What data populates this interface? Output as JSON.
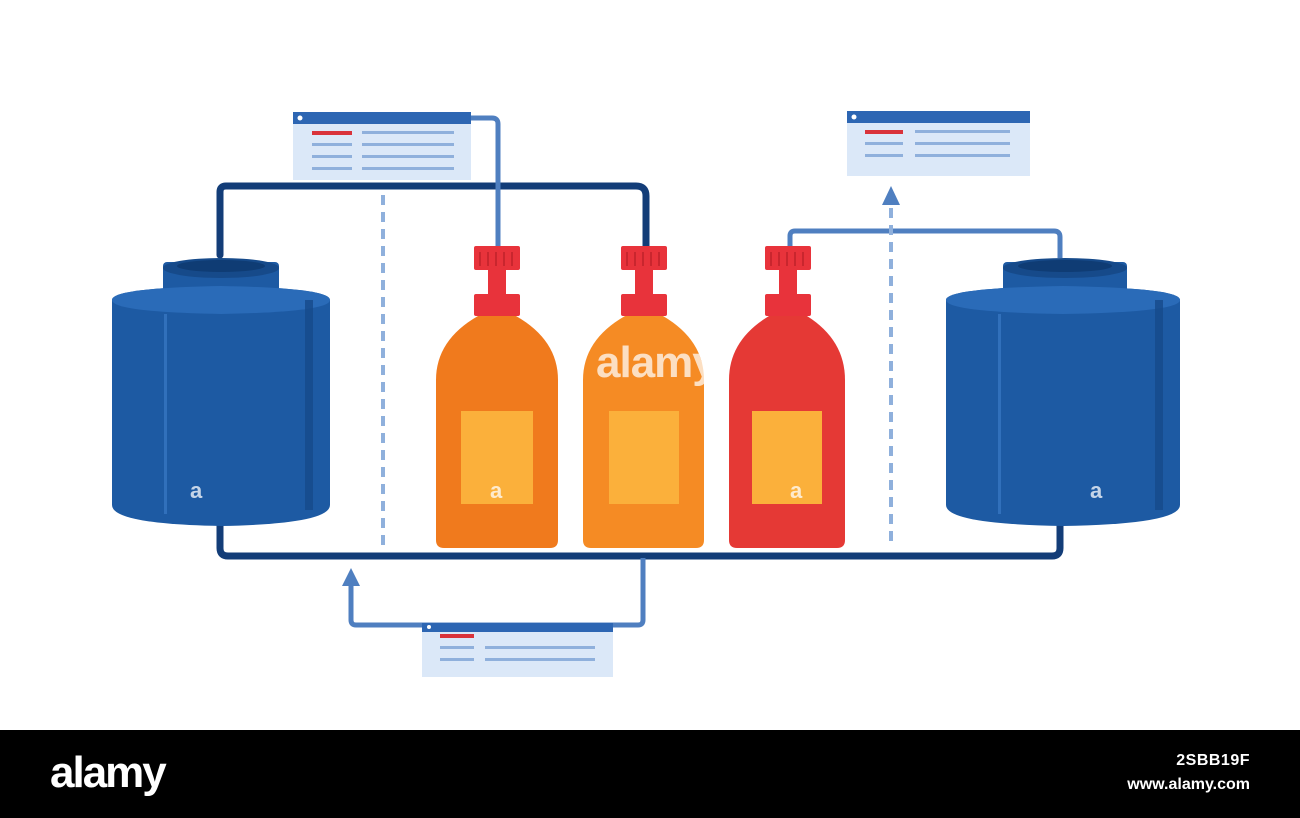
{
  "watermark": {
    "text": "alamy"
  },
  "footer": {
    "brand": "alamy",
    "image_id": "2SBB19F",
    "site": "www.alamy.com"
  },
  "colors": {
    "tank": "#1d5aa3",
    "tank_dark": "#164a8a",
    "pipe_dark": "#133d78",
    "pipe_light": "#4f7fc0",
    "dashed": "#8fb0dc",
    "bottle_orange": "#f07a1d",
    "bottle_amber": "#f58b24",
    "bottle_red": "#e53935",
    "label": "#fbb03b",
    "cap": "#e8333b",
    "panel_bg": "#dbe8f8",
    "panel_header": "#2d66b3",
    "panel_line": "#8fb0dc",
    "panel_accent": "#d9333b"
  },
  "icons": [
    "storage-tank-icon",
    "bottle-icon",
    "info-panel-icon",
    "arrow-up-icon"
  ]
}
